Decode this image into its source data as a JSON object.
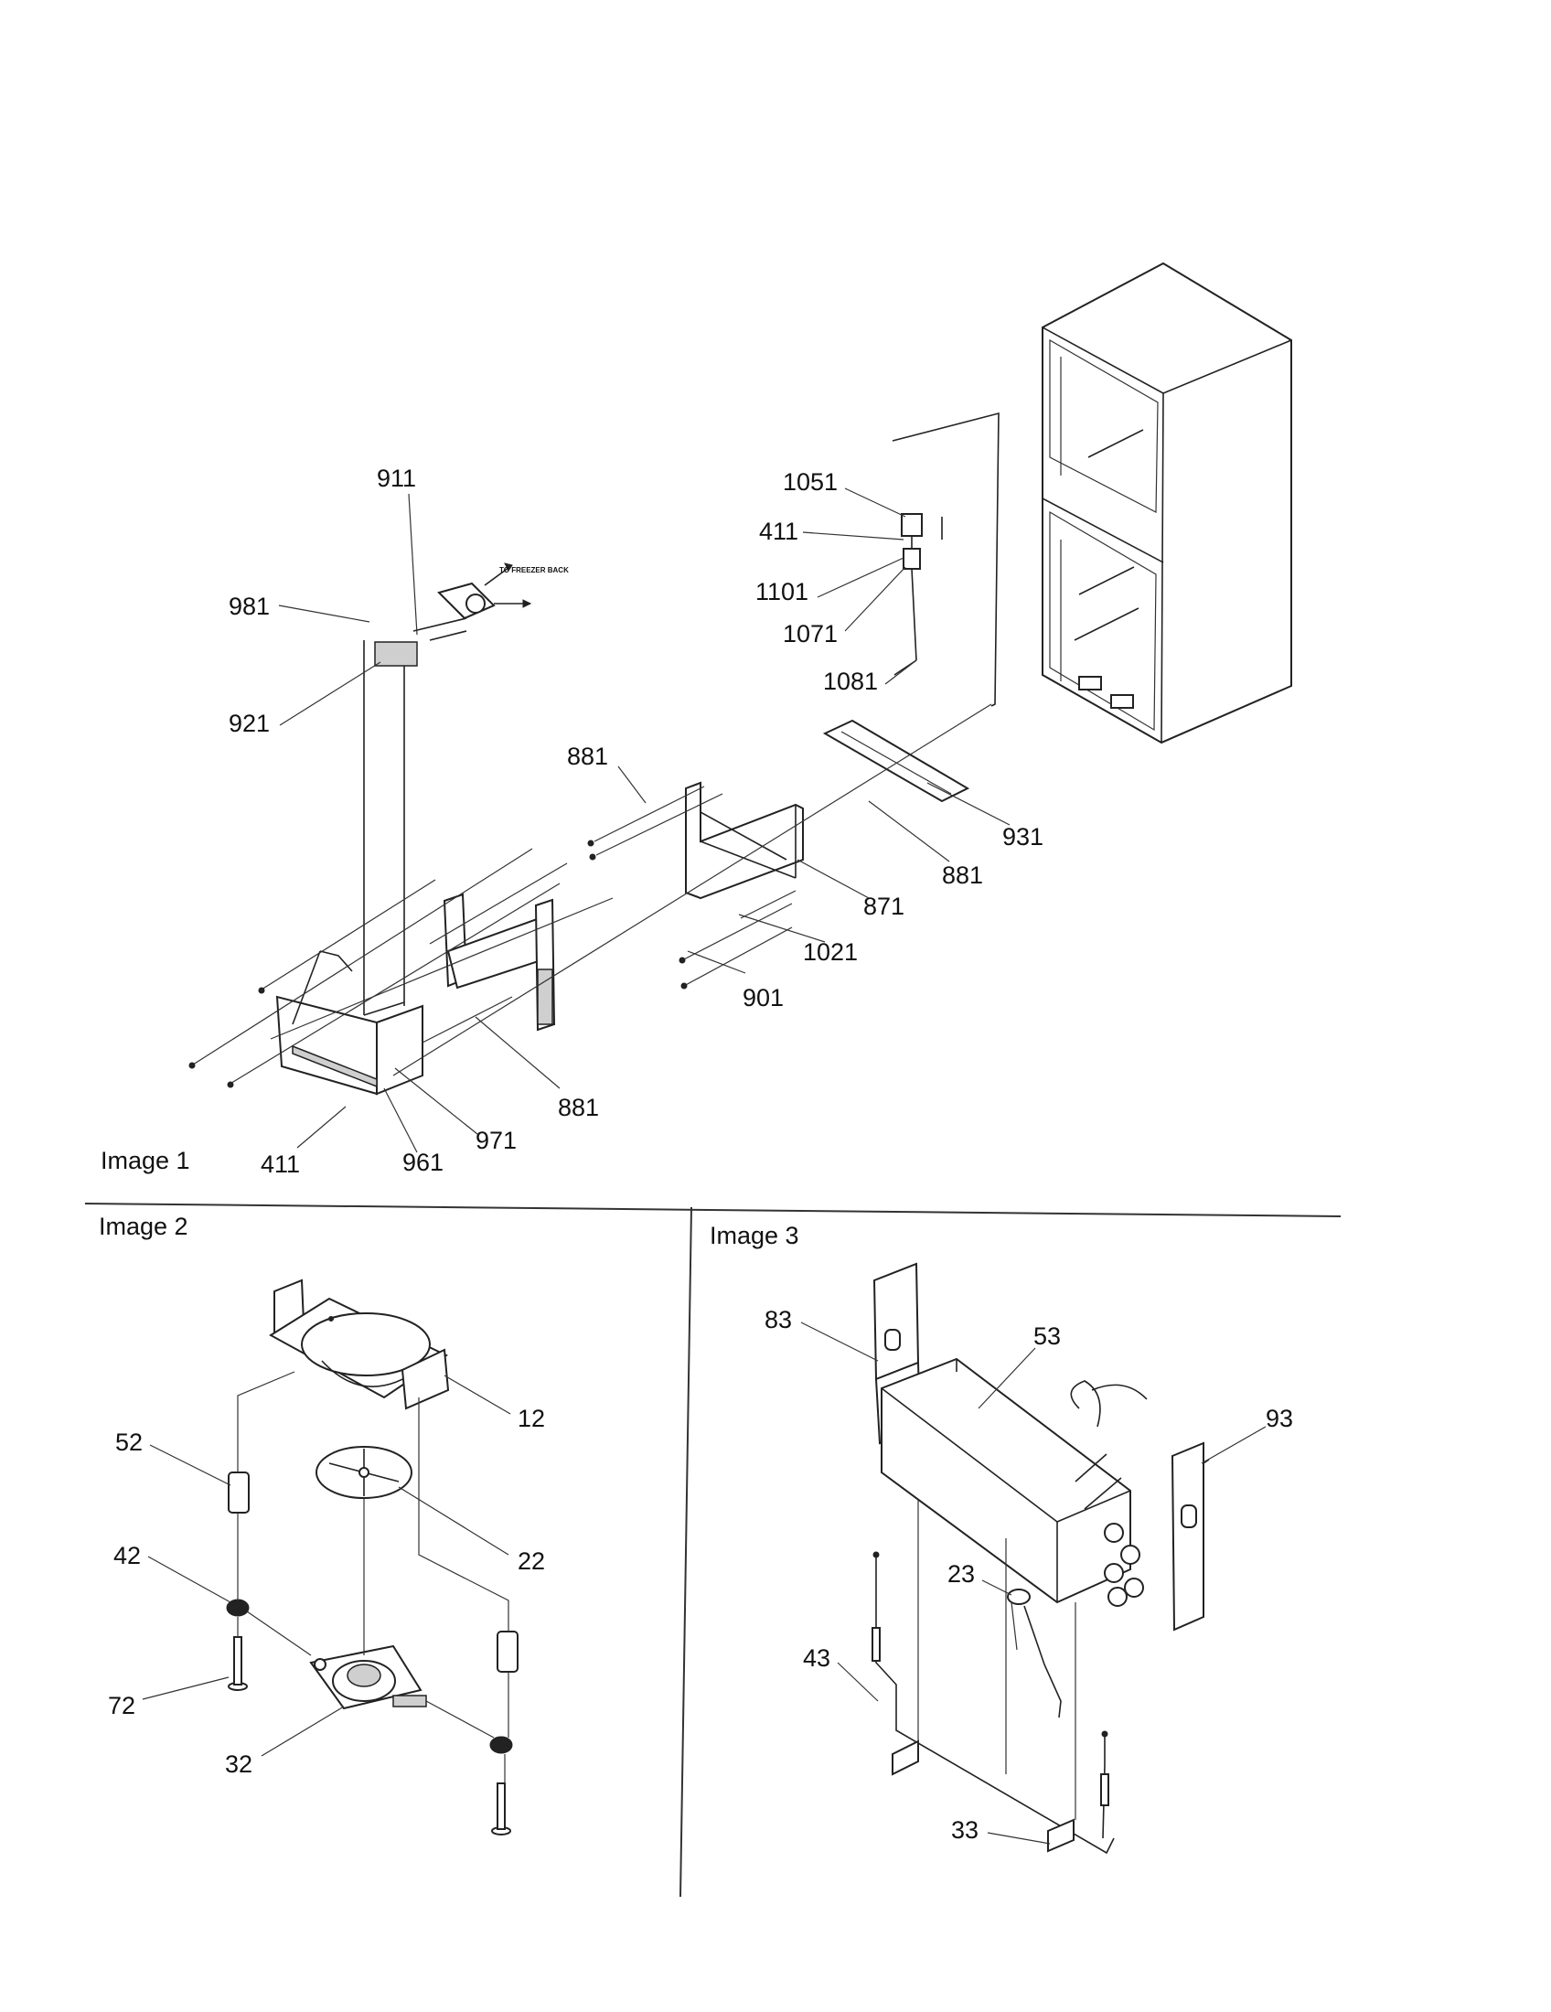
{
  "panels": [
    {
      "caption": "Image 1",
      "note": "TO FREEZER BACK",
      "callouts": [
        "911",
        "981",
        "921",
        "1051",
        "411",
        "1101",
        "1071",
        "1081",
        "881",
        "931",
        "881",
        "871",
        "1021",
        "901",
        "881",
        "971",
        "411",
        "961"
      ]
    },
    {
      "caption": "Image 2",
      "callouts": [
        "52",
        "12",
        "22",
        "42",
        "72",
        "32"
      ]
    },
    {
      "caption": "Image 3",
      "callouts": [
        "83",
        "53",
        "93",
        "23",
        "43",
        "33"
      ]
    }
  ],
  "icons": [
    "refrigerator-cabinet-icon",
    "fan-motor-icon",
    "fan-blade-icon",
    "evaporator-coil-icon"
  ]
}
